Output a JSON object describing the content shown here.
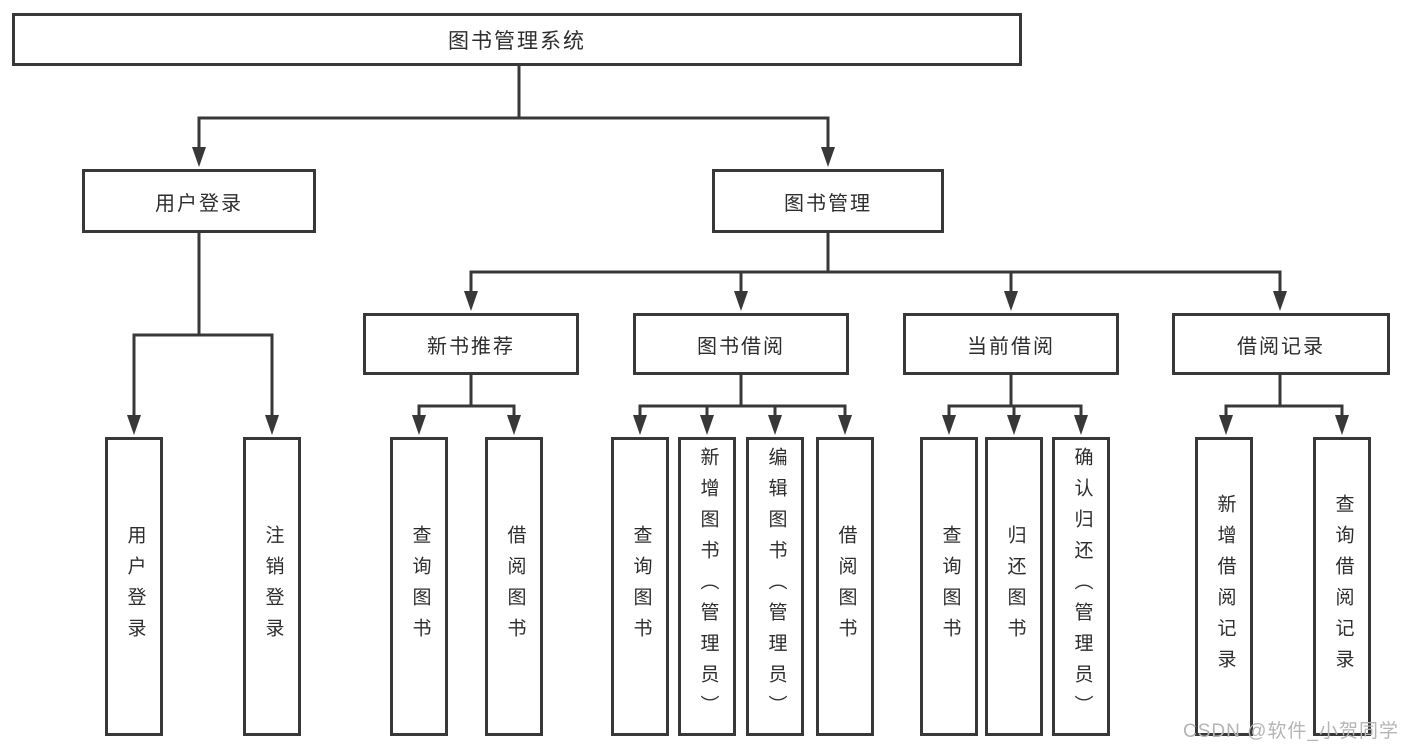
{
  "diagram": {
    "root": "图书管理系统",
    "level2": [
      "用户登录",
      "图书管理"
    ],
    "level3": [
      "新书推荐",
      "图书借阅",
      "当前借阅",
      "借阅记录"
    ],
    "leaves": [
      "用户登录",
      "注销登录",
      "查询图书",
      "借阅图书",
      "查询图书",
      "新增图书（管理员）",
      "编辑图书（管理员）",
      "借阅图书",
      "查询图书",
      "归还图书",
      "确认归还（管理员）",
      "新增借阅记录",
      "查询借阅记录"
    ],
    "watermark": "CSDN @软件_小贺同学",
    "colors": {
      "line": "#383838",
      "text": "#2d2d2d",
      "watermark": "#b5b5b5",
      "background": "#ffffff"
    }
  }
}
